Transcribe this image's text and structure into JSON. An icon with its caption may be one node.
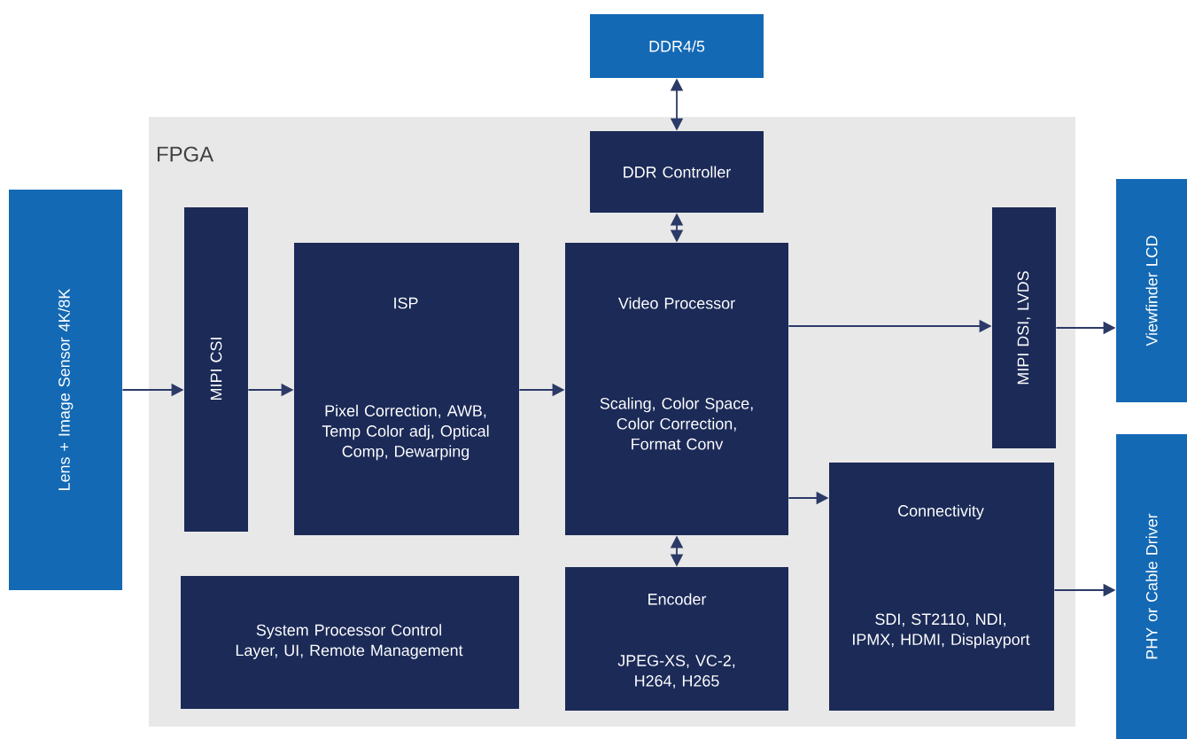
{
  "diagram": {
    "nodes": [
      {
        "text": [
          "Lens + Image Sensor 4K/8K"
        ]
      },
      {
        "text": [
          "DDR4/5"
        ]
      },
      {
        "text": [
          "FPGA"
        ]
      },
      {
        "text": [
          "DDR Controller"
        ],
        "in": 2
      },
      {
        "text": [
          "MIPI CSI"
        ],
        "in": 2
      },
      {
        "text": [
          "ISP",
          "Pixel Correction, AWB, Temp Color adj, Optical Comp, Dewarping"
        ],
        "in": 2
      },
      {
        "text": [
          "Video Processor",
          "Scaling, Color Space, Color Correction, Format Conv"
        ],
        "in": 2
      },
      {
        "text": [
          "MIPI DSI, LVDS"
        ],
        "in": 2
      },
      {
        "text": [
          "Viewfinder LCD"
        ]
      },
      {
        "text": [
          "Connectivity",
          "SDI, ST2110, NDI, IPMX, HDMI, Displayport"
        ],
        "in": 2
      },
      {
        "text": [
          "PHY or Cable Driver"
        ]
      },
      {
        "text": [
          "System Processor Control Layer, UI, Remote Management"
        ],
        "in": 2
      },
      {
        "text": [
          "Encoder",
          "JPEG-XS, VC-2, H264, H265"
        ],
        "in": 2
      }
    ],
    "edges": [
      {
        "from": 1,
        "to": 3,
        "arrow": "both"
      },
      {
        "from": 3,
        "to": 6,
        "arrow": "both"
      },
      {
        "from": 0,
        "to": 4,
        "arrow": "to"
      },
      {
        "from": 4,
        "to": 5,
        "arrow": "to"
      },
      {
        "from": 5,
        "to": 6,
        "arrow": "to"
      },
      {
        "from": 6,
        "to": 7,
        "arrow": "to"
      },
      {
        "from": 7,
        "to": 8,
        "arrow": "to"
      },
      {
        "from": 6,
        "to": 9,
        "arrow": "to"
      },
      {
        "from": 6,
        "to": 12,
        "arrow": "both"
      },
      {
        "from": 9,
        "to": 10,
        "arrow": "to"
      }
    ]
  }
}
